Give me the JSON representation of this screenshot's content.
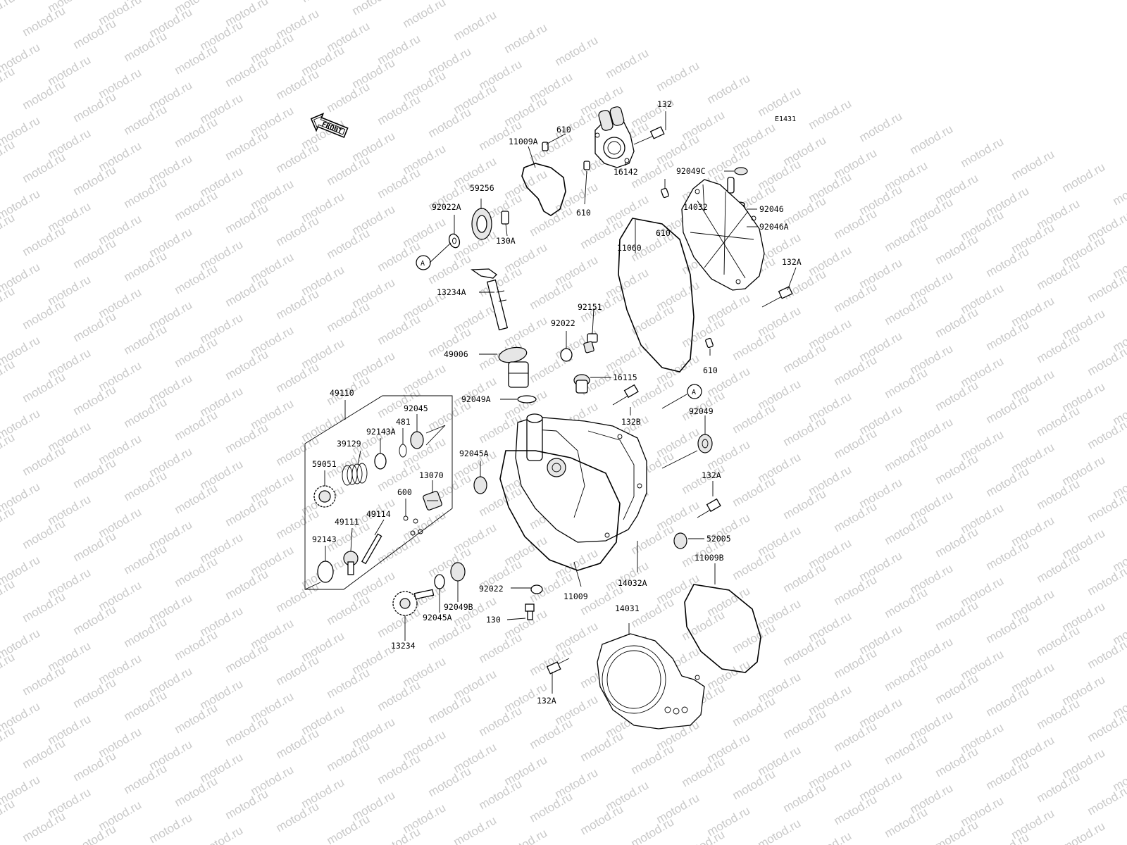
{
  "diagram_code": "E1431",
  "front_arrow": {
    "text": "FRONT",
    "icon": "front-arrow-icon"
  },
  "watermark": "motod.ru",
  "callouts": {
    "ref_a_top": "A",
    "ref_a_mid": "A"
  },
  "labels": {
    "p132": "132",
    "p610_top": "610",
    "p11009A": "11009A",
    "p16142": "16142",
    "p610_mid": "610",
    "p92049C": "92049C",
    "p92046": "92046",
    "p14032": "14032",
    "p92046A": "92046A",
    "p59256": "59256",
    "p92022A": "92022A",
    "p130A": "130A",
    "p610_r": "610",
    "p11060": "11060",
    "p132A_top": "132A",
    "p13234A": "13234A",
    "p92151": "92151",
    "p92022_mid": "92022",
    "p49006": "49006",
    "p16115": "16115",
    "p610_low": "610",
    "p49110": "49110",
    "p92049A": "92049A",
    "p132B": "132B",
    "p92045": "92045",
    "p481": "481",
    "p92143A": "92143A",
    "p39129": "39129",
    "p92049": "92049",
    "p92045A_mid": "92045A",
    "p59051": "59051",
    "p13070": "13070",
    "p600": "600",
    "p132A_mid": "132A",
    "p49111": "49111",
    "p49114": "49114",
    "p52005": "52005",
    "p92143": "92143",
    "p14032A": "14032A",
    "p11009B": "11009B",
    "p92022_low": "92022",
    "p11009": "11009",
    "p92049B": "92049B",
    "p92045A_low": "92045A",
    "p130": "130",
    "p14031": "14031",
    "p13234": "13234",
    "p132A_low": "132A"
  }
}
